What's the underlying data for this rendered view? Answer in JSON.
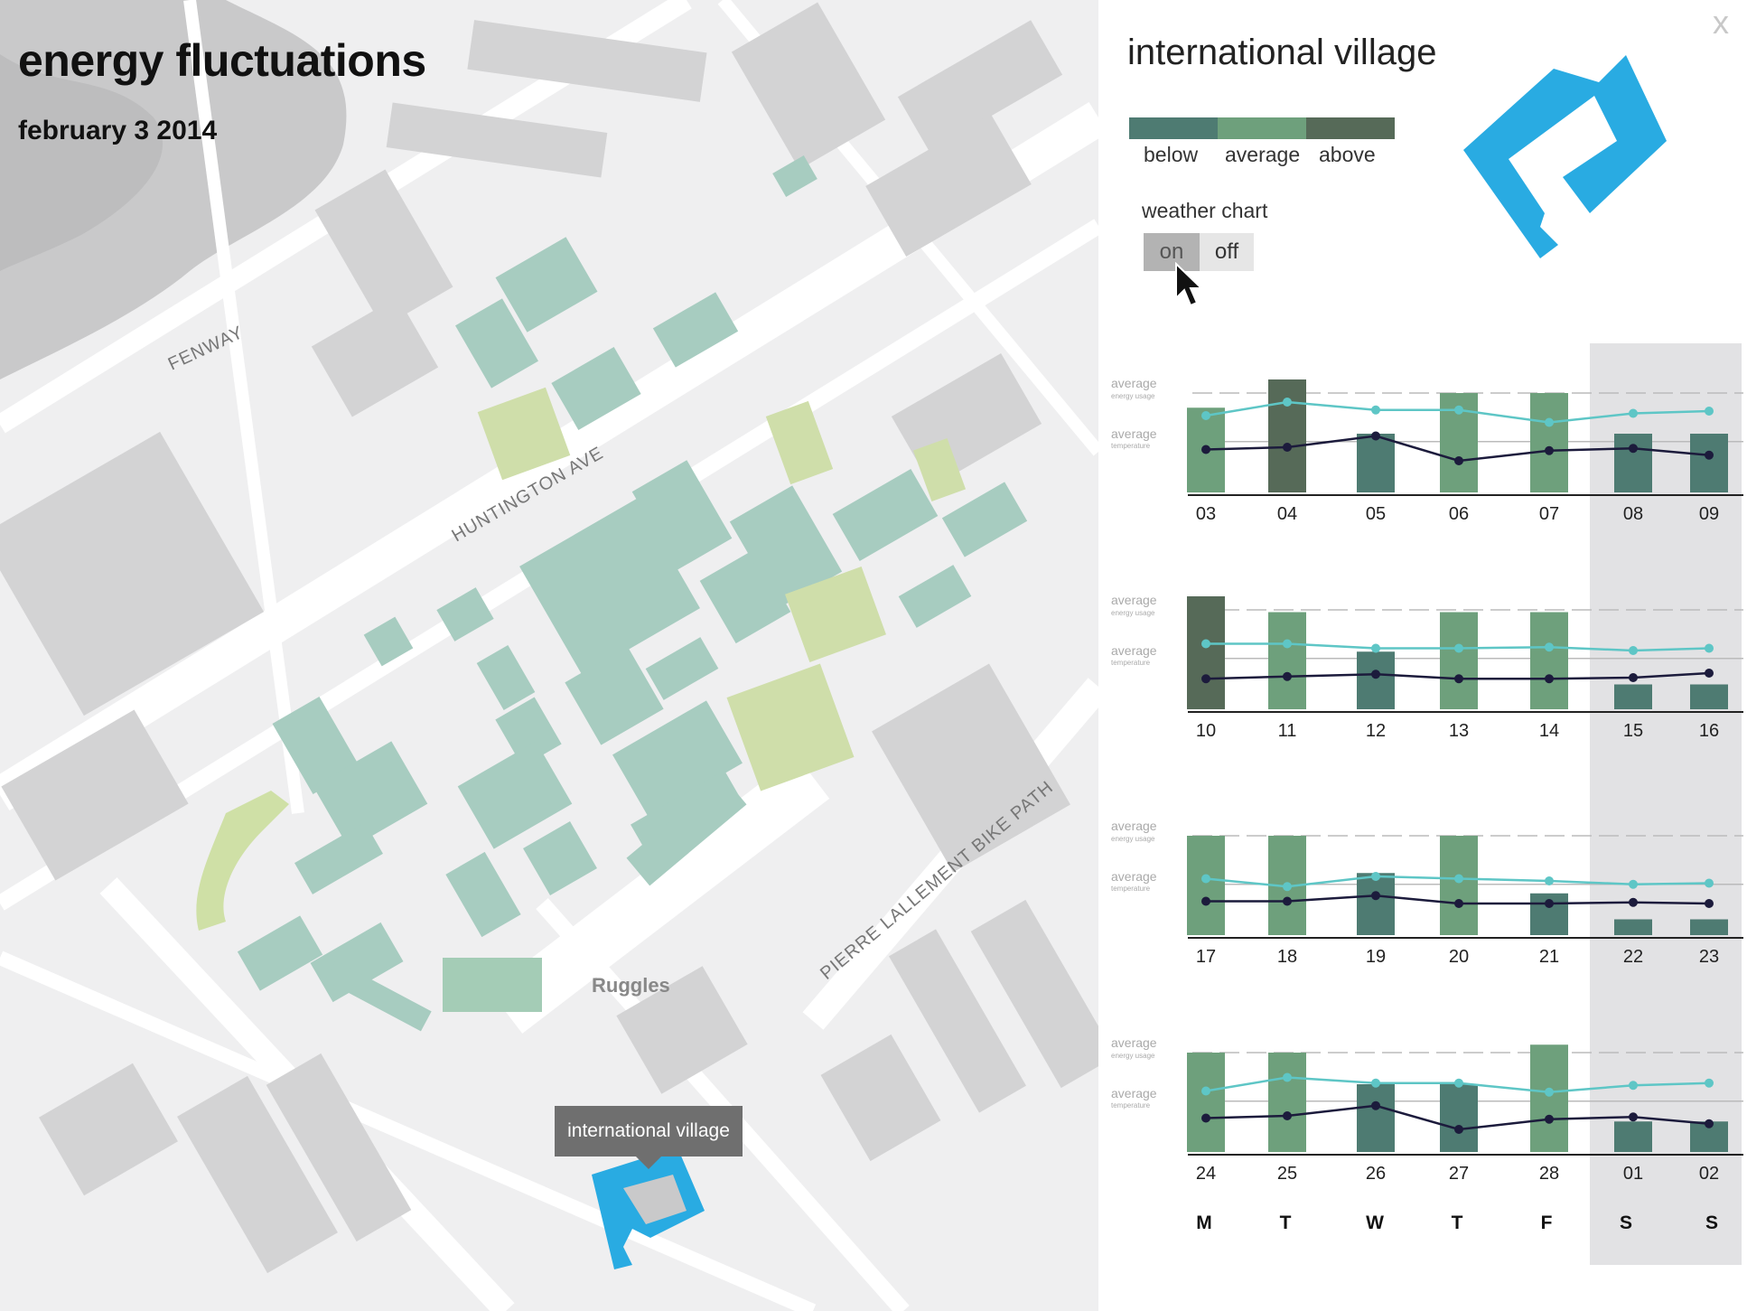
{
  "map": {
    "title": "energy fluctuations",
    "date": "february 3 2014",
    "streets": {
      "fenway": "FENWAY",
      "huntington": "HUNTINGTON AVE",
      "bike_path": "PIERRE LALLEMENT BIKE PATH"
    },
    "station": "Ruggles",
    "tooltip": "international village",
    "selected_color": "#29abe2"
  },
  "panel": {
    "close_label": "x",
    "building_title": "international village",
    "legend": [
      {
        "label": "below",
        "color": "#4e7b72"
      },
      {
        "label": "average",
        "color": "#6ea07c"
      },
      {
        "label": "above",
        "color": "#566a58"
      }
    ],
    "weather_chart": {
      "label": "weather chart",
      "on": "on",
      "off": "off",
      "selected": "on"
    },
    "axis_labels": {
      "energy": "average",
      "energy_sub": "energy usage",
      "temp": "average",
      "temp_sub": "temperature"
    },
    "day_of_week": [
      "M",
      "T",
      "W",
      "T",
      "F",
      "S",
      "S"
    ]
  },
  "chart_data": [
    {
      "type": "bar",
      "week": 1,
      "categories": [
        "03",
        "04",
        "05",
        "06",
        "07",
        "08",
        "09"
      ],
      "energy": [
        0.75,
        1.0,
        0.52,
        0.88,
        0.88,
        0.52,
        0.52
      ],
      "energy_level": [
        "average",
        "above",
        "below",
        "average",
        "average",
        "below",
        "below"
      ],
      "temp_line": [
        0.68,
        0.8,
        0.73,
        0.73,
        0.62,
        0.7,
        0.72
      ],
      "dark_line": [
        0.38,
        0.4,
        0.5,
        0.28,
        0.37,
        0.39,
        0.33
      ]
    },
    {
      "type": "bar",
      "week": 2,
      "categories": [
        "10",
        "11",
        "12",
        "13",
        "14",
        "15",
        "16"
      ],
      "energy": [
        1.0,
        0.86,
        0.51,
        0.86,
        0.86,
        0.22,
        0.22
      ],
      "energy_level": [
        "above",
        "average",
        "below",
        "average",
        "average",
        "below",
        "below"
      ],
      "temp_line": [
        0.58,
        0.58,
        0.54,
        0.54,
        0.55,
        0.52,
        0.54
      ],
      "dark_line": [
        0.27,
        0.29,
        0.31,
        0.27,
        0.27,
        0.28,
        0.32
      ]
    },
    {
      "type": "bar",
      "week": 3,
      "categories": [
        "17",
        "18",
        "19",
        "20",
        "21",
        "22",
        "23"
      ],
      "energy": [
        0.88,
        0.88,
        0.55,
        0.88,
        0.37,
        0.14,
        0.14
      ],
      "energy_level": [
        "average",
        "average",
        "below",
        "average",
        "below",
        "below",
        "below"
      ],
      "temp_line": [
        0.5,
        0.43,
        0.52,
        0.5,
        0.48,
        0.45,
        0.46
      ],
      "dark_line": [
        0.3,
        0.3,
        0.35,
        0.28,
        0.28,
        0.29,
        0.28
      ]
    },
    {
      "type": "bar",
      "week": 4,
      "categories": [
        "24",
        "25",
        "26",
        "27",
        "28",
        "01",
        "02"
      ],
      "energy": [
        0.88,
        0.88,
        0.6,
        0.6,
        0.95,
        0.27,
        0.27
      ],
      "energy_level": [
        "average",
        "average",
        "below",
        "below",
        "average",
        "below",
        "below"
      ],
      "temp_line": [
        0.54,
        0.66,
        0.61,
        0.61,
        0.53,
        0.59,
        0.61
      ],
      "dark_line": [
        0.3,
        0.32,
        0.41,
        0.2,
        0.29,
        0.31,
        0.25
      ]
    }
  ]
}
